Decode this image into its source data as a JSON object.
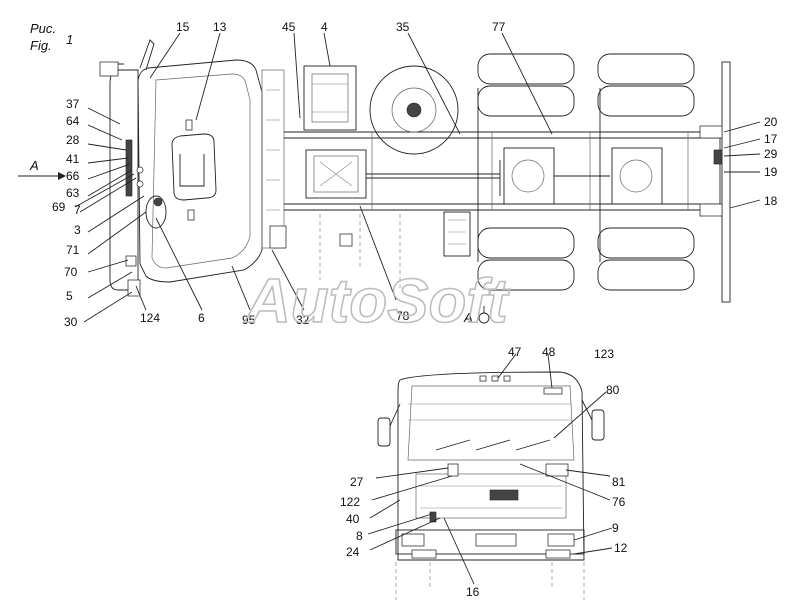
{
  "figure": {
    "label_ru": "Рис.",
    "label_en": "Fig.",
    "number": "1"
  },
  "watermark": "AutoSoft",
  "view_a": {
    "arrow_label": "A",
    "view_label": "A"
  },
  "callouts_top_view": [
    "15",
    "13",
    "45",
    "4",
    "35",
    "77",
    "37",
    "64",
    "28",
    "41",
    "66",
    "63",
    "7",
    "69",
    "3",
    "71",
    "70",
    "5",
    "30",
    "124",
    "6",
    "95",
    "32",
    "78",
    "20",
    "17",
    "29",
    "19",
    "18"
  ],
  "callouts_front_view": [
    "47",
    "48",
    "123",
    "80",
    "27",
    "81",
    "122",
    "76",
    "40",
    "8",
    "24",
    "9",
    "12",
    "16"
  ]
}
